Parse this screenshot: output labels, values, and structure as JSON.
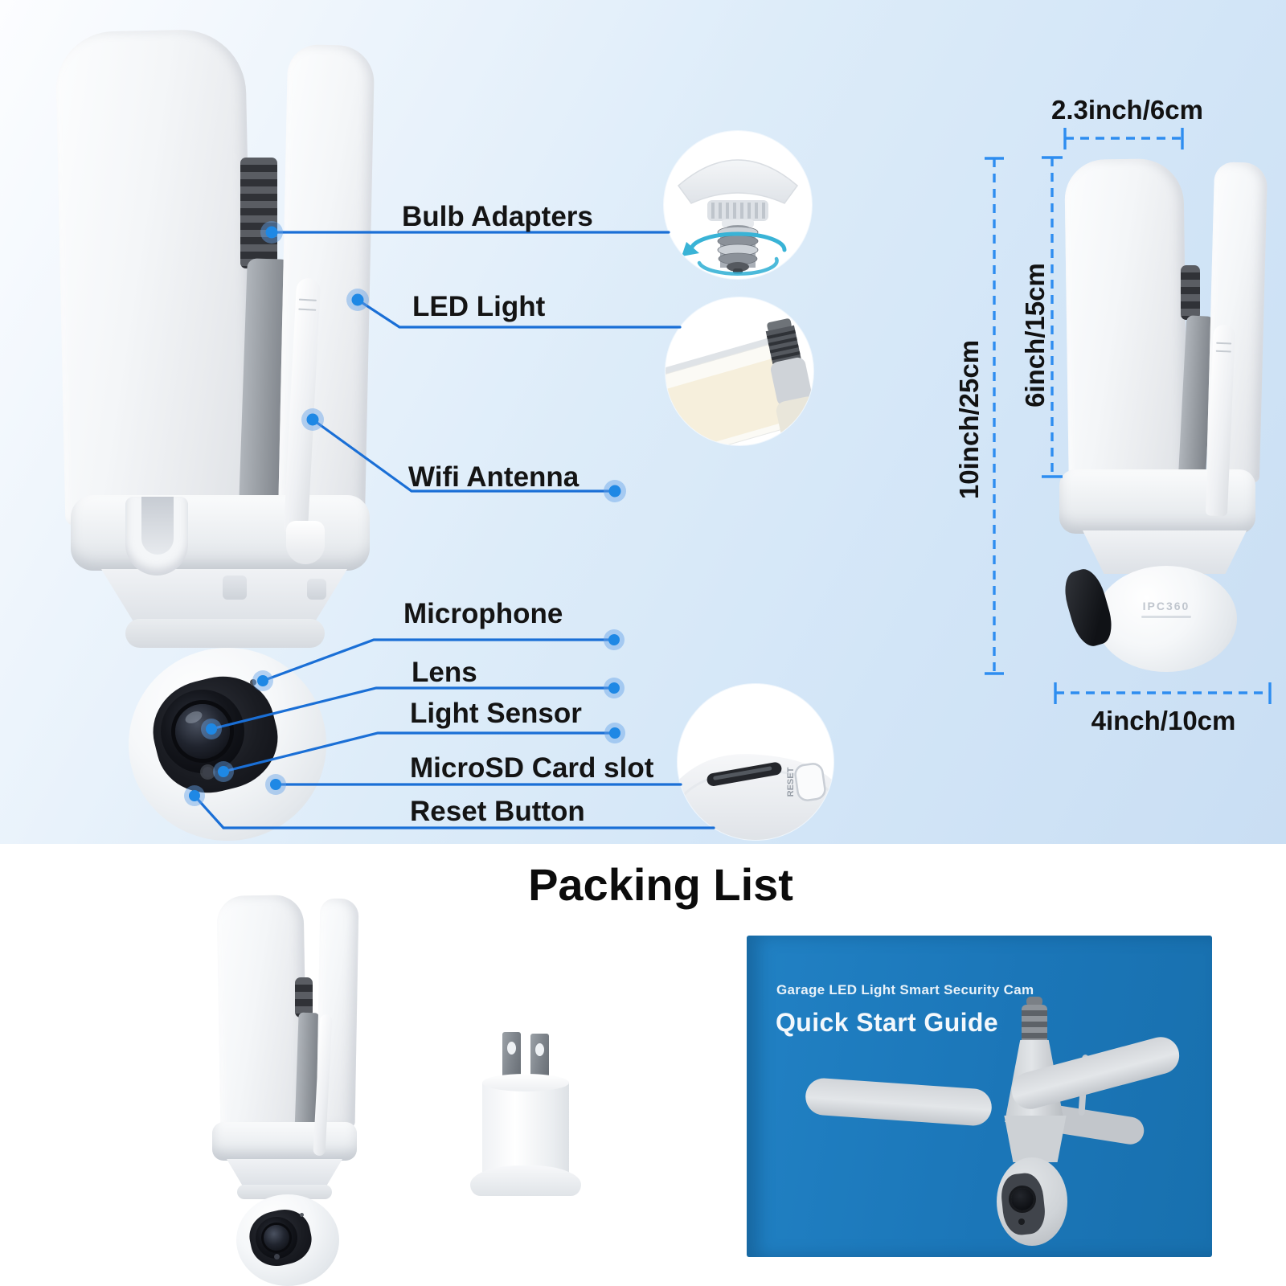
{
  "colors": {
    "accent_line_blue": "#1a6fd6",
    "dashed_dimension_blue": "#2e8df0",
    "callout_dot_blue": "#1e88e5",
    "booklet_blue": "#1b76b8",
    "background_top_blue": "#d5e7f7",
    "background_bottom": "#ffffff"
  },
  "callouts": {
    "bulb_adapters": "Bulb Adapters",
    "led_light": "LED Light",
    "wifi_antenna": "Wifi Antenna",
    "microphone": "Microphone",
    "lens": "Lens",
    "light_sensor": "Light Sensor",
    "microsd_card_slot": "MicroSD Card slot",
    "reset_button": "Reset Button"
  },
  "dimensions": {
    "top_width": "2.3inch/6cm",
    "total_height": "10inch/25cm",
    "panel_height": "6inch/15cm",
    "bottom_width": "4inch/10cm"
  },
  "packing_list": {
    "title": "Packing List"
  },
  "quick_start_guide": {
    "subtitle": "Garage LED Light Smart Security Cam",
    "title": "Quick Start Guide"
  },
  "device": {
    "brand": "IPC360",
    "reset_label": "RESET"
  }
}
